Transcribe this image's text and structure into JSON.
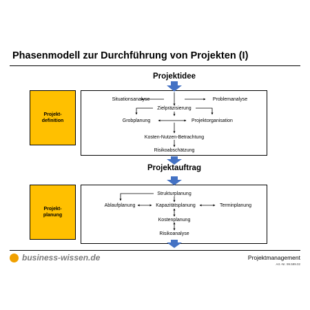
{
  "title": "Phasenmodell zur Durchführung von Projekten (I)",
  "milestones": {
    "top": "Projektidee",
    "middle": "Projektauftrag"
  },
  "phase1": {
    "side_label": "Projekt-\ndefinition",
    "nodes": {
      "situationsanalyse": "Situationsanalyse",
      "problemanalyse": "Problemanalyse",
      "zielpraezisierung": "Zielpräzisierung",
      "grobplanung": "Grobplanung",
      "projektorganisation": "Projektorganisation",
      "kosten_nutzen": "Kosten-Nutzen-Betrachtung",
      "risikoabschaetzung": "Risikoabschätzung"
    }
  },
  "phase2": {
    "side_label": "Projekt-\nplanung",
    "nodes": {
      "strukturplanung": "Strukturplanung",
      "ablaufplanung": "Ablaufplanung",
      "kapazitaetsplanung": "Kapazitätsplanung",
      "terminplanung": "Terminplanung",
      "kostenplanung": "Kostenplanung",
      "risikoanalyse": "Risikoanalyse"
    }
  },
  "footer": {
    "logo_text": "business-wissen.de",
    "right_title": "Projektmanagement",
    "art_nr": "Art.-Nr. 99.599.02"
  },
  "colors": {
    "side_box": "#ffc000",
    "arrow_blue": "#4472c4",
    "logo_dot": "#f0a000",
    "logo_text": "#7a7a7a"
  }
}
